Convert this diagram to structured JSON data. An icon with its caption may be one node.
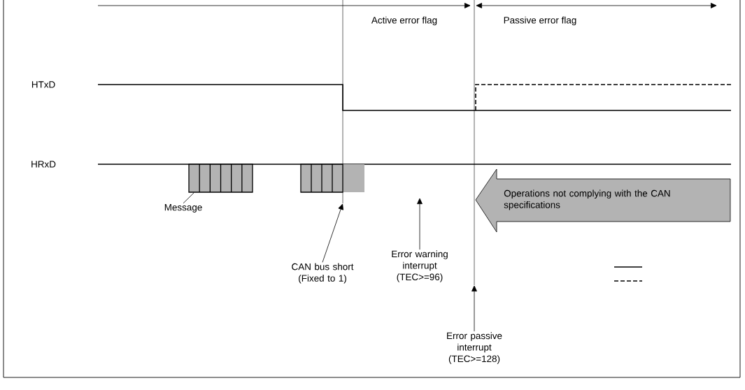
{
  "diagram": {
    "nodes": [
      {
        "text": [],
        "shape": "box"
      },
      {
        "text": [],
        "shape": "box"
      },
      {
        "text": [
          "Operations not complying with the CAN specifications"
        ]
      },
      {
        "text": [
          "Message"
        ]
      },
      {
        "text": [
          "CAN bus short (Fixed to 1)"
        ]
      },
      {
        "text": [
          "Error warning interrupt (TEC>=96)"
        ]
      },
      {
        "text": [
          "Error passive interrupt (TEC>=128)"
        ]
      }
    ],
    "edges": [
      {
        "from": 3,
        "to": 0,
        "arrow": "none"
      },
      {
        "from": 4,
        "to": null,
        "arrow": "to"
      },
      {
        "from": 5,
        "to": null,
        "arrow": "to"
      },
      {
        "from": 6,
        "to": null,
        "arrow": "to"
      }
    ],
    "labels": [
      "Active error flag",
      "Passive error flag",
      "HTxD",
      "HRxD"
    ]
  }
}
